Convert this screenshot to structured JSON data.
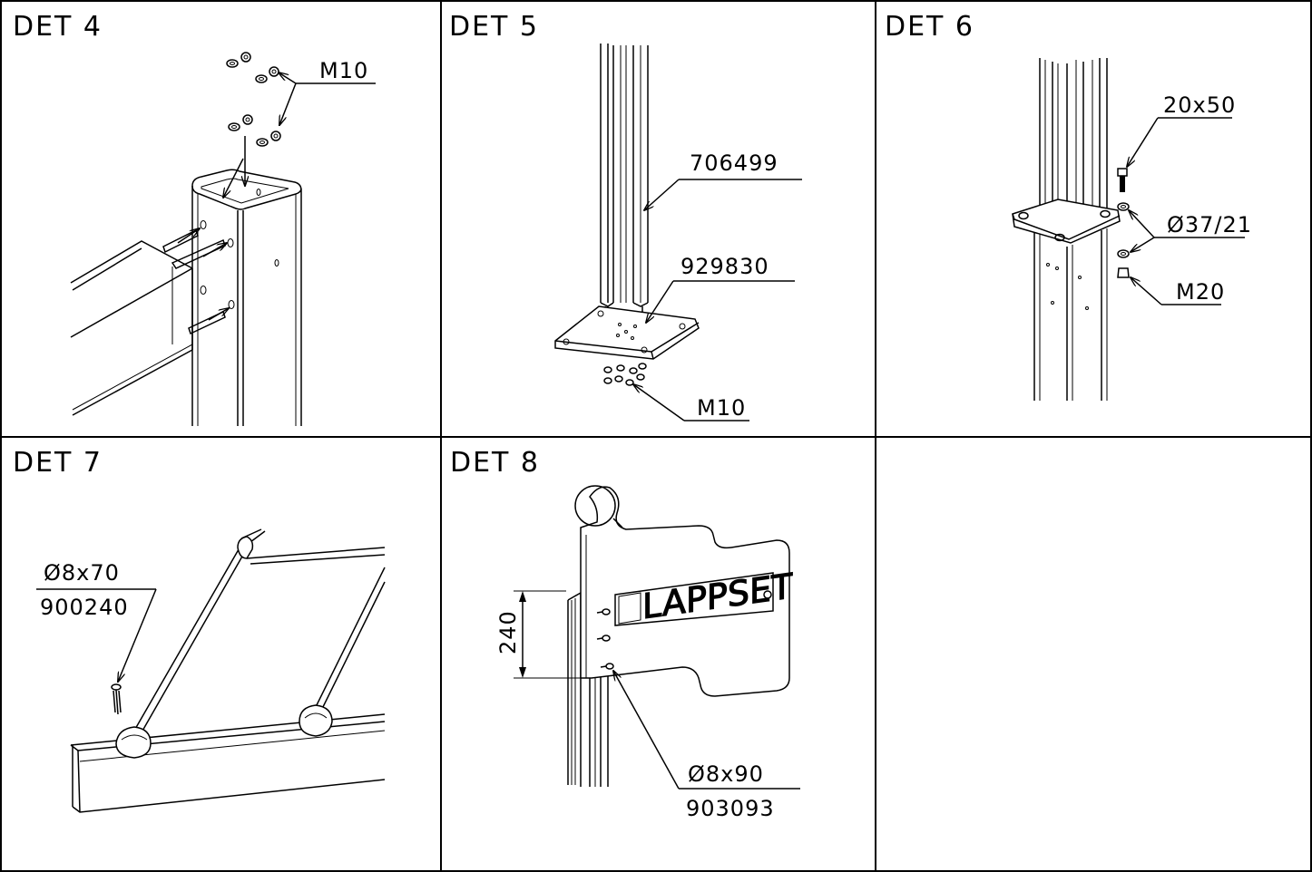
{
  "panels": [
    {
      "title": "DET 4",
      "labels": [
        "M10"
      ]
    },
    {
      "title": "DET 5",
      "labels": [
        "706499",
        "929830",
        "M10"
      ]
    },
    {
      "title": "DET 6",
      "labels": [
        "20x50",
        "Ø37/21",
        "M20"
      ]
    },
    {
      "title": "DET 7",
      "labels": [
        "Ø8x70",
        "900240"
      ]
    },
    {
      "title": "DET 8",
      "labels": [
        "240",
        "Ø8x90",
        "903093"
      ],
      "logo_text": "LAPPSET"
    }
  ]
}
